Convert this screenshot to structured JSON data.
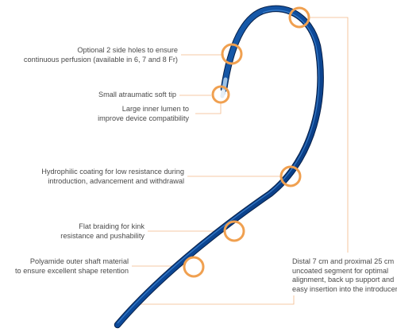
{
  "callouts": {
    "side_holes": {
      "line1": "Optional 2 side holes to ensure",
      "line2": "continuous perfusion (available in 6, 7 and  8 Fr)"
    },
    "soft_tip": {
      "line1": "Small atraumatic soft tip"
    },
    "inner_lumen": {
      "line1": "Large inner lumen to",
      "line2": "improve device compatibility"
    },
    "coating": {
      "line1": "Hydrophilic coating for low resistance during",
      "line2": "introduction, advancement and withdrawal"
    },
    "braiding": {
      "line1": "Flat braiding for kink",
      "line2": "resistance and pushability"
    },
    "polyamide": {
      "line1": "Polyamide outer shaft material",
      "line2": "to ensure excellent shape retention"
    },
    "segments": {
      "line1": "Distal 7 cm and proximal 25 cm",
      "line2": "uncoated segment for optimal",
      "line3": "alignment, back up support and",
      "line4": "easy insertion into the introducer"
    }
  },
  "colors": {
    "catheter_dark": "#0b3f86",
    "catheter_light": "#2a78c8",
    "ring": "#f0a050",
    "leader": "#f3b988",
    "text": "#4a4a4a"
  }
}
